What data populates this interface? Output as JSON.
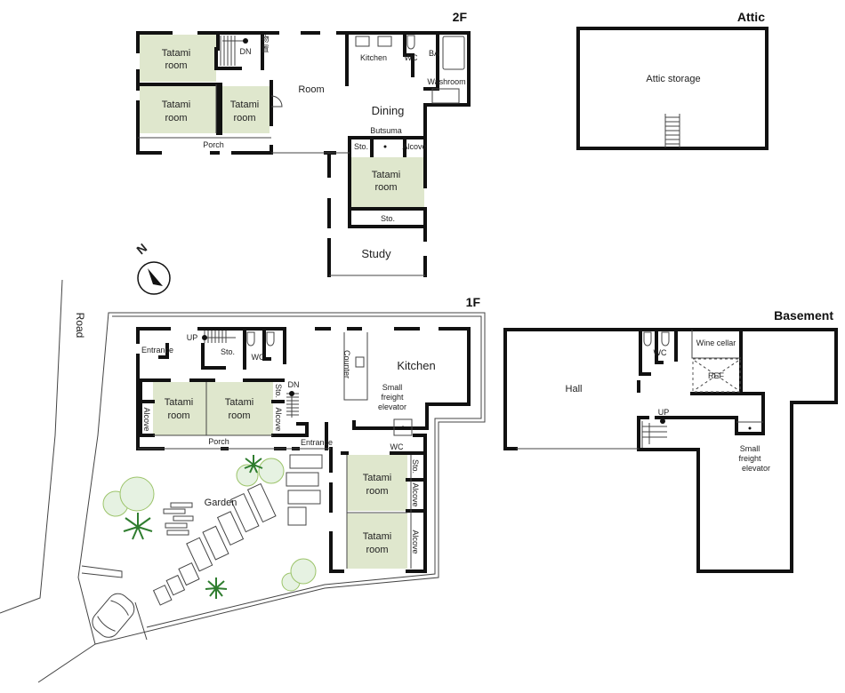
{
  "floors": {
    "f2": {
      "title": "2F",
      "rooms": {
        "tatami1": [
          "Tatami",
          "room"
        ],
        "tatami2": [
          "Tatami",
          "room"
        ],
        "tatami3": [
          "Tatami",
          "room"
        ],
        "tatami4": [
          "Tatami",
          "room"
        ],
        "room": "Room",
        "kitchen": "Kitchen",
        "wc": "WC",
        "ba": "BA",
        "washroom": "Washroom",
        "dining": "Dining",
        "butsuma": "Butsuma",
        "sto1": "Sto.",
        "alcove": "Alcove",
        "sto2": "Sto.",
        "study": "Study",
        "porch": "Porch",
        "storage_jp": [
          "物",
          "置"
        ],
        "dn": "DN"
      }
    },
    "attic": {
      "title": "Attic",
      "rooms": {
        "storage": "Attic storage"
      }
    },
    "f1": {
      "title": "1F",
      "rooms": {
        "entrance1": "Entrance",
        "up": "UP",
        "sto1": "Sto.",
        "wc1": "WC",
        "counter": "Counter",
        "kitchen": "Kitchen",
        "elevator": [
          "Small",
          "freight",
          "elevator"
        ],
        "tatami1": [
          "Tatami",
          "room"
        ],
        "tatami2": [
          "Tatami",
          "room"
        ],
        "alcove1": "Alcove",
        "alcove2": "Alcove",
        "sto2": "Sto.",
        "dn": "DN",
        "porch": "Porch",
        "entrance2": "Entrance",
        "wc2": "WC",
        "tatami3": [
          "Tatami",
          "room"
        ],
        "tatami4": [
          "Tatami",
          "room"
        ],
        "sto3": "Sto.",
        "alcove3": "Alcove",
        "alcove4": "Alcove",
        "garden": "Garden"
      }
    },
    "basement": {
      "title": "Basement",
      "rooms": {
        "hall": "Hall",
        "wc": "WC",
        "wine": "Wine cellar",
        "ref": "REF",
        "up": "UP",
        "elevator": [
          "Small",
          "freight",
          "elevator"
        ]
      }
    }
  },
  "site": {
    "road": "Road",
    "compass": "N"
  },
  "colors": {
    "tatami": "#dfe7cd",
    "wall": "#111111",
    "tree": "#e6f2e2",
    "tree_outline": "#9cc46a",
    "palm": "#2f7d2f"
  }
}
